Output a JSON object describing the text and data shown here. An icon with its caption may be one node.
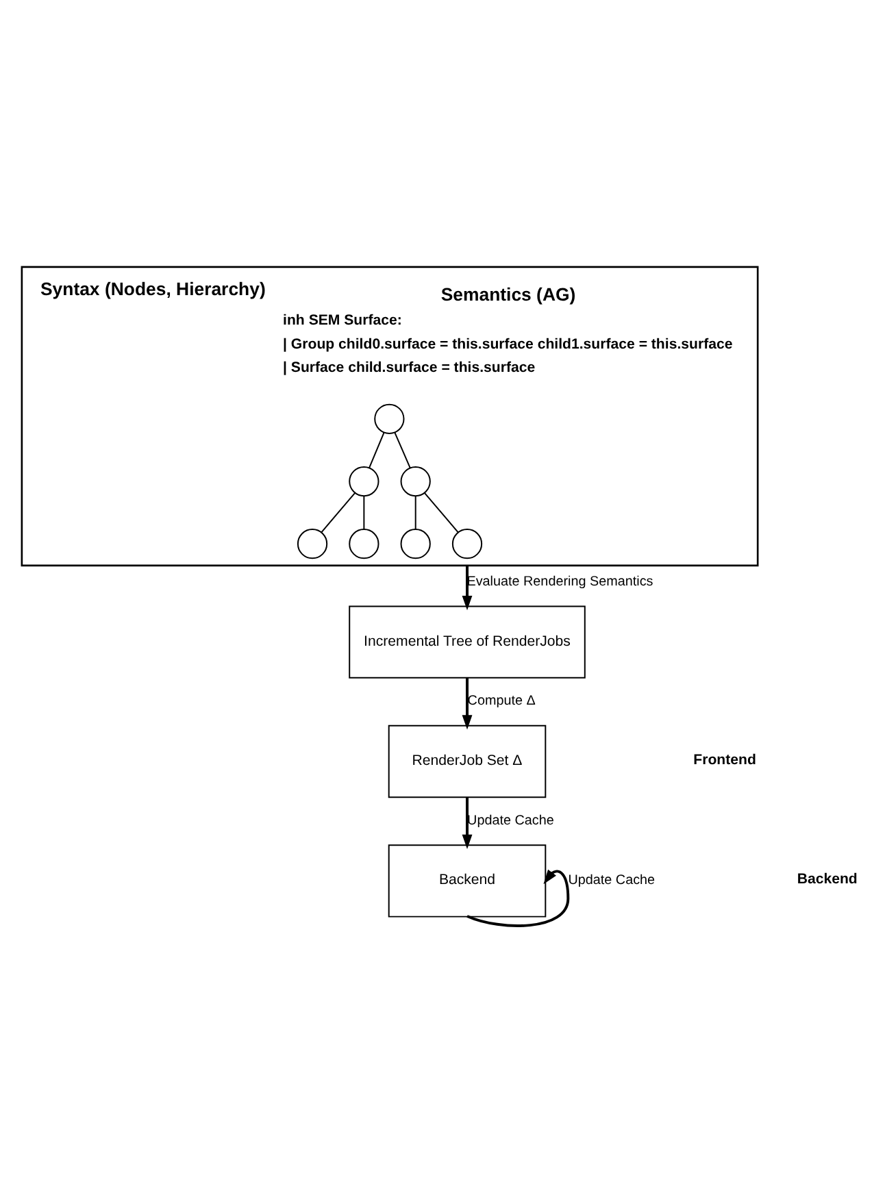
{
  "diagram": {
    "nodes": [
      {
        "text": [
          "Syntax (Nodes, Hierarchy)",
          "Semantics (AG)",
          "inh SEM Surface:",
          "| Group child0.surface = this.surface child1.surface = this.surface",
          "| Surface child.surface = this.surface"
        ]
      },
      {
        "text": [],
        "shape": "circle",
        "in": 0
      },
      {
        "text": [],
        "shape": "circle",
        "in": 0
      },
      {
        "text": [],
        "shape": "circle",
        "in": 0
      },
      {
        "text": [],
        "shape": "circle",
        "in": 0
      },
      {
        "text": [],
        "shape": "circle",
        "in": 0
      },
      {
        "text": [],
        "shape": "circle",
        "in": 0
      },
      {
        "text": [],
        "shape": "circle",
        "in": 0
      },
      {
        "text": [
          "Incremental Tree of RenderJobs"
        ]
      },
      {
        "text": [
          "RenderJob Set Δ"
        ]
      },
      {
        "text": [
          "Backend"
        ]
      }
    ],
    "edges": [
      {
        "from": 1,
        "to": 2,
        "arrow": "none"
      },
      {
        "from": 1,
        "to": 3,
        "arrow": "none"
      },
      {
        "from": 2,
        "to": 4,
        "arrow": "none"
      },
      {
        "from": 2,
        "to": 5,
        "arrow": "none"
      },
      {
        "from": 3,
        "to": 6,
        "arrow": "none"
      },
      {
        "from": 3,
        "to": 7,
        "arrow": "none"
      },
      {
        "from": 0,
        "to": 8,
        "arrow": "to",
        "label": "Evaluate Rendering Semantics"
      },
      {
        "from": 8,
        "to": 9,
        "arrow": "to",
        "label": "Compute Δ"
      },
      {
        "from": 9,
        "to": 10,
        "arrow": "to",
        "label": "Update Cache"
      },
      {
        "from": 10,
        "to": 10,
        "arrow": "to",
        "label": "Update Cache"
      }
    ],
    "labels": [
      "Frontend",
      "Backend"
    ]
  }
}
